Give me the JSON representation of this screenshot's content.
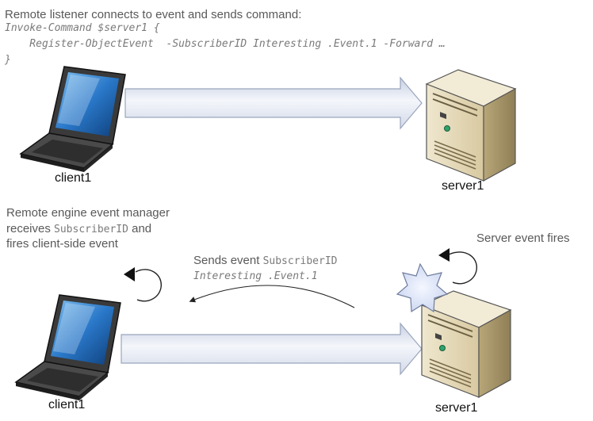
{
  "top": {
    "caption": "Remote listener connects to event and sends command:",
    "code_line1": "Invoke-Command $server1 {",
    "code_line2": "    Register-ObjectEvent  -SubscriberID Interesting .Event.1 -Forward …",
    "code_line3": "}",
    "client_label": "client1",
    "server_label": "server1"
  },
  "bottom": {
    "engine_line1": "Remote engine event manager",
    "engine_line2_prefix": "receives ",
    "engine_line2_code": "SubscriberID",
    "engine_line2_suffix": " and",
    "engine_line3": "fires client-side event",
    "sends_prefix": "Sends event ",
    "sends_code1": "SubscriberID",
    "sends_code2": "Interesting .Event.1",
    "server_fires": "Server event fires",
    "client_label": "client1",
    "server_label": "server1"
  },
  "colors": {
    "text_gray": "#595959",
    "arrow_fill": "#e8ecf6",
    "arrow_stroke": "#9aa6bd",
    "star_fill": "#dfe6f7",
    "server_body": "#e9dfc2",
    "laptop_screen": "#2a78c9"
  },
  "icons": [
    "laptop-icon",
    "server-icon",
    "star-burst-icon",
    "circular-arrow-icon"
  ]
}
